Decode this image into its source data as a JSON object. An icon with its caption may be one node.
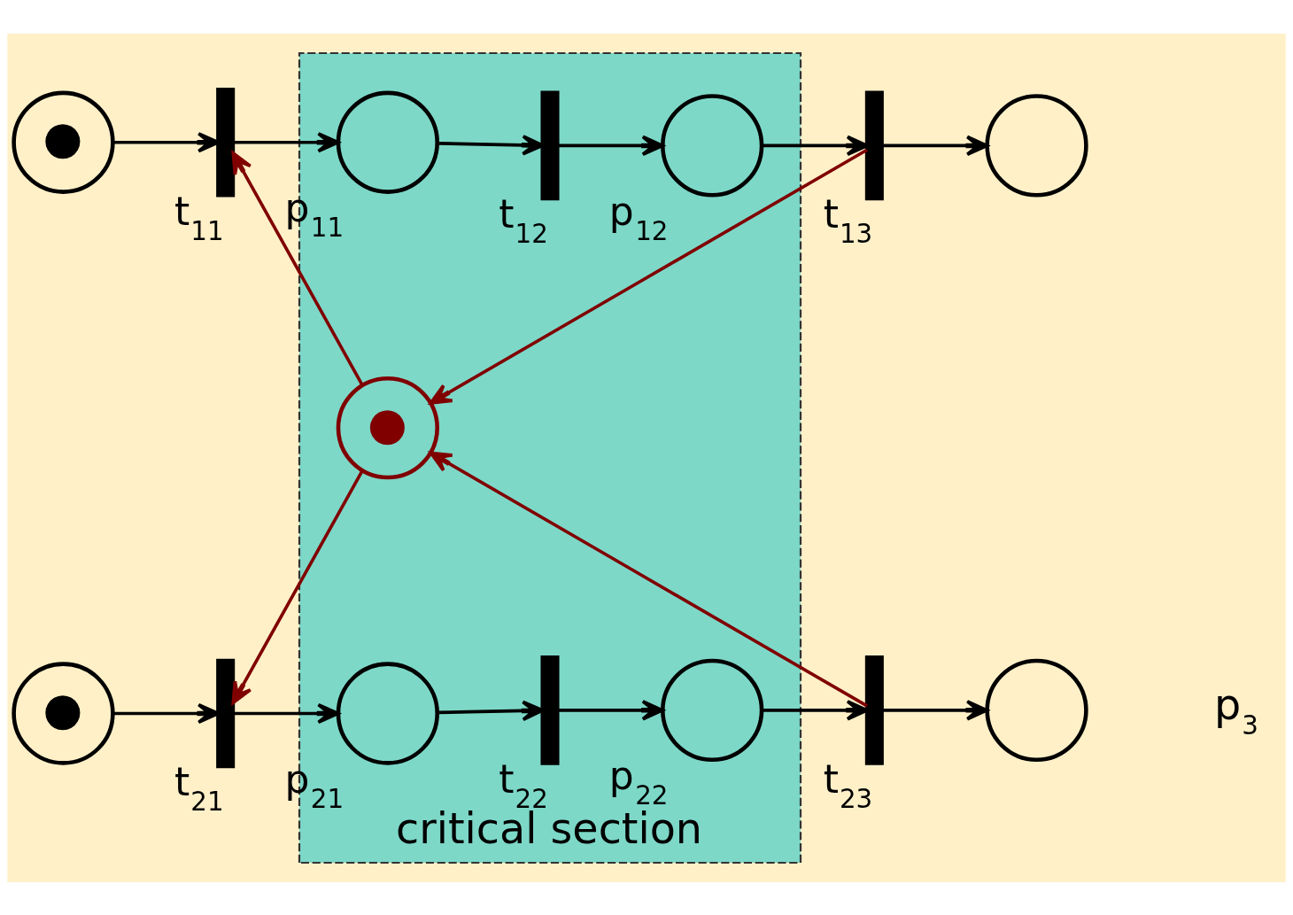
{
  "diagram": {
    "nodes": [
      {
        "text": [
          "critical section"
        ]
      },
      {
        "text": [
          "●"
        ]
      },
      {
        "text": [],
        "shape": "bar",
        "beside": [
          "t$_{11}$"
        ]
      },
      {
        "text": [],
        "shape": "circle",
        "in": 0,
        "beside": [
          "p$_{11}$"
        ]
      },
      {
        "text": [],
        "shape": "bar",
        "in": 0,
        "beside": [
          "t$_{12}$"
        ]
      },
      {
        "text": [],
        "shape": "circle",
        "in": 0,
        "beside": [
          "p$_{12}$"
        ]
      },
      {
        "text": [],
        "shape": "bar",
        "beside": [
          "t$_{13}$"
        ]
      },
      {
        "text": [],
        "shape": "circle"
      },
      {
        "text": [
          "●"
        ],
        "in": 0
      },
      {
        "text": [
          "●"
        ]
      },
      {
        "text": [],
        "shape": "bar",
        "beside": [
          "t$_{21}$"
        ]
      },
      {
        "text": [],
        "shape": "circle",
        "in": 0,
        "beside": [
          "p$_{21}$"
        ]
      },
      {
        "text": [],
        "shape": "bar",
        "in": 0,
        "beside": [
          "t$_{22}$"
        ]
      },
      {
        "text": [],
        "shape": "circle",
        "in": 0,
        "beside": [
          "p$_{22}$"
        ]
      },
      {
        "text": [],
        "shape": "bar",
        "beside": [
          "t$_{23}$"
        ]
      },
      {
        "text": [],
        "shape": "circle"
      }
    ],
    "edges": [
      {
        "from": 1,
        "to": 2,
        "arrow": "to"
      },
      {
        "from": 2,
        "to": 3,
        "arrow": "to"
      },
      {
        "from": 3,
        "to": 4,
        "arrow": "to"
      },
      {
        "from": 4,
        "to": 5,
        "arrow": "to"
      },
      {
        "from": 5,
        "to": 6,
        "arrow": "to"
      },
      {
        "from": 6,
        "to": 7,
        "arrow": "to"
      },
      {
        "from": 8,
        "to": 2,
        "arrow": "to",
        "color": "#800000"
      },
      {
        "from": 6,
        "to": 8,
        "arrow": "to",
        "color": "#800000"
      },
      {
        "from": 8,
        "to": 10,
        "arrow": "to",
        "color": "#800000"
      },
      {
        "from": 14,
        "to": 8,
        "arrow": "to",
        "color": "#800000"
      },
      {
        "from": 9,
        "to": 10,
        "arrow": "to"
      },
      {
        "from": 10,
        "to": 11,
        "arrow": "to"
      },
      {
        "from": 11,
        "to": 12,
        "arrow": "to"
      },
      {
        "from": 12,
        "to": 13,
        "arrow": "to"
      },
      {
        "from": 13,
        "to": 14,
        "arrow": "to"
      },
      {
        "from": 14,
        "to": 15,
        "arrow": "to"
      }
    ],
    "labels": [
      "p$_{3}$"
    ]
  }
}
